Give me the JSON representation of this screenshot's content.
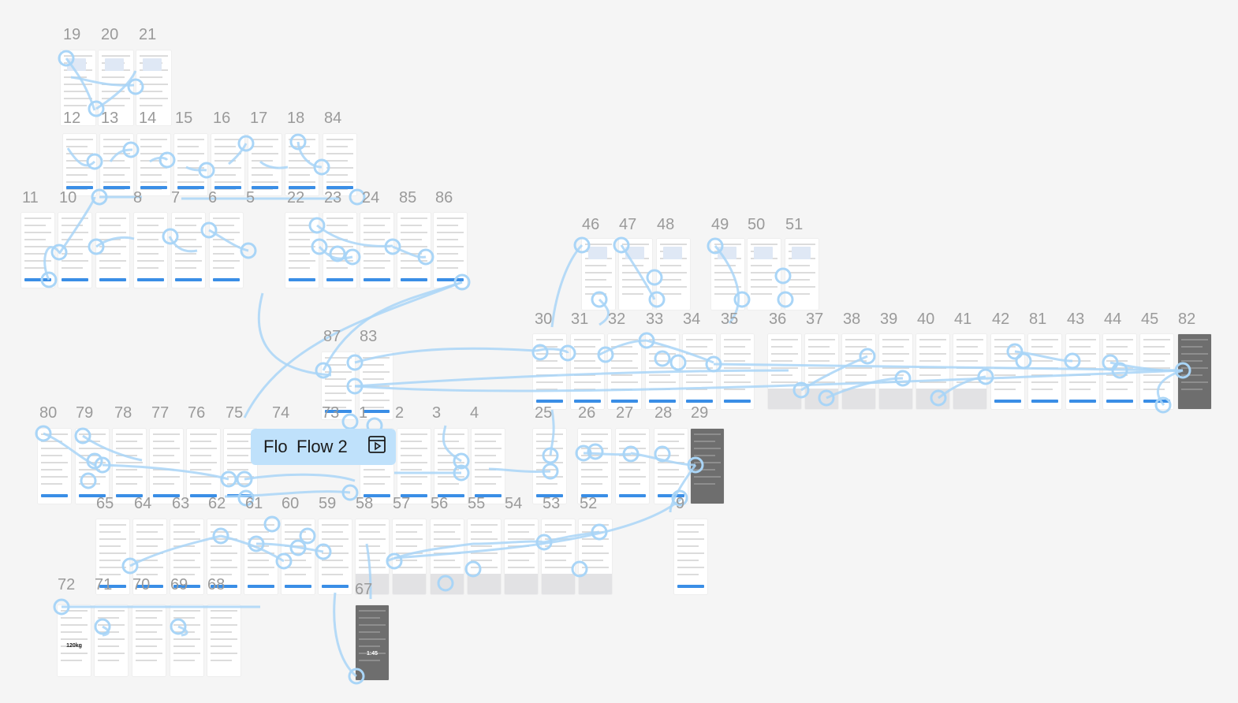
{
  "flow_button": {
    "label_hidden": "Flow 1",
    "label": "Flow 2",
    "icon": "play-flow-icon"
  },
  "colors": {
    "canvas": "#f5f5f5",
    "connector": "#bfe1fb",
    "connector_stroke": "#a9d5f7",
    "label": "#9a9a9a",
    "accent": "#3a8ee6"
  },
  "frames": [
    {
      "label": "19",
      "kind": "exercise"
    },
    {
      "label": "20",
      "kind": "exercise"
    },
    {
      "label": "21",
      "kind": "exercise"
    },
    {
      "label": "12",
      "kind": "list"
    },
    {
      "label": "13",
      "kind": "list"
    },
    {
      "label": "14",
      "kind": "list"
    },
    {
      "label": "15",
      "kind": "list"
    },
    {
      "label": "16",
      "kind": "list"
    },
    {
      "label": "17",
      "kind": "list"
    },
    {
      "label": "18",
      "kind": "list"
    },
    {
      "label": "84",
      "kind": "list"
    },
    {
      "label": "11",
      "kind": "list"
    },
    {
      "label": "10",
      "kind": "list"
    },
    {
      "label": "8",
      "kind": "list"
    },
    {
      "label": "7",
      "kind": "list"
    },
    {
      "label": "6",
      "kind": "list"
    },
    {
      "label": "5",
      "kind": "list"
    },
    {
      "label": "22",
      "kind": "workout"
    },
    {
      "label": "23",
      "kind": "workout"
    },
    {
      "label": "24",
      "kind": "workout"
    },
    {
      "label": "85",
      "kind": "workout"
    },
    {
      "label": "86",
      "kind": "workout"
    },
    {
      "label": "46",
      "kind": "exercise"
    },
    {
      "label": "47",
      "kind": "exercise"
    },
    {
      "label": "48",
      "kind": "exercise"
    },
    {
      "label": "49",
      "kind": "exercise"
    },
    {
      "label": "50",
      "kind": "exercise"
    },
    {
      "label": "51",
      "kind": "exercise"
    },
    {
      "label": "87",
      "kind": "workout"
    },
    {
      "label": "83",
      "kind": "workout"
    },
    {
      "label": "30",
      "kind": "list"
    },
    {
      "label": "31",
      "kind": "list"
    },
    {
      "label": "32",
      "kind": "list"
    },
    {
      "label": "33",
      "kind": "list"
    },
    {
      "label": "34",
      "kind": "list"
    },
    {
      "label": "35",
      "kind": "list"
    },
    {
      "label": "36",
      "kind": "keypad"
    },
    {
      "label": "37",
      "kind": "keypad"
    },
    {
      "label": "38",
      "kind": "keypad"
    },
    {
      "label": "39",
      "kind": "keypad"
    },
    {
      "label": "40",
      "kind": "keypad"
    },
    {
      "label": "41",
      "kind": "keypad"
    },
    {
      "label": "42",
      "kind": "list"
    },
    {
      "label": "81",
      "kind": "list"
    },
    {
      "label": "43",
      "kind": "list"
    },
    {
      "label": "44",
      "kind": "list"
    },
    {
      "label": "45",
      "kind": "list"
    },
    {
      "label": "82",
      "kind": "dark"
    },
    {
      "label": "80",
      "kind": "list"
    },
    {
      "label": "79",
      "kind": "list"
    },
    {
      "label": "78",
      "kind": "list"
    },
    {
      "label": "77",
      "kind": "list"
    },
    {
      "label": "76",
      "kind": "list"
    },
    {
      "label": "75",
      "kind": "list"
    },
    {
      "label": "74",
      "kind": "list"
    },
    {
      "label": "73",
      "kind": "list"
    },
    {
      "label": "1",
      "kind": "workout"
    },
    {
      "label": "2",
      "kind": "workout"
    },
    {
      "label": "3",
      "kind": "workout"
    },
    {
      "label": "4",
      "kind": "workout"
    },
    {
      "label": "25",
      "kind": "list"
    },
    {
      "label": "26",
      "kind": "list"
    },
    {
      "label": "27",
      "kind": "list"
    },
    {
      "label": "28",
      "kind": "list"
    },
    {
      "label": "29",
      "kind": "dark"
    },
    {
      "label": "65",
      "kind": "summary"
    },
    {
      "label": "64",
      "kind": "list"
    },
    {
      "label": "63",
      "kind": "list"
    },
    {
      "label": "62",
      "kind": "list"
    },
    {
      "label": "61",
      "kind": "list"
    },
    {
      "label": "60",
      "kind": "list"
    },
    {
      "label": "59",
      "kind": "list"
    },
    {
      "label": "58",
      "kind": "keypad"
    },
    {
      "label": "57",
      "kind": "keypad"
    },
    {
      "label": "56",
      "kind": "keypad"
    },
    {
      "label": "55",
      "kind": "keypad"
    },
    {
      "label": "54",
      "kind": "keypad"
    },
    {
      "label": "53",
      "kind": "keypad"
    },
    {
      "label": "52",
      "kind": "keypad"
    },
    {
      "label": "9",
      "kind": "list"
    },
    {
      "label": "72",
      "kind": "stats",
      "value": "120kg"
    },
    {
      "label": "71",
      "kind": "stats"
    },
    {
      "label": "70",
      "kind": "stats"
    },
    {
      "label": "69",
      "kind": "stats"
    },
    {
      "label": "68",
      "kind": "body"
    },
    {
      "label": "67",
      "kind": "timer",
      "value": "1:45"
    }
  ]
}
